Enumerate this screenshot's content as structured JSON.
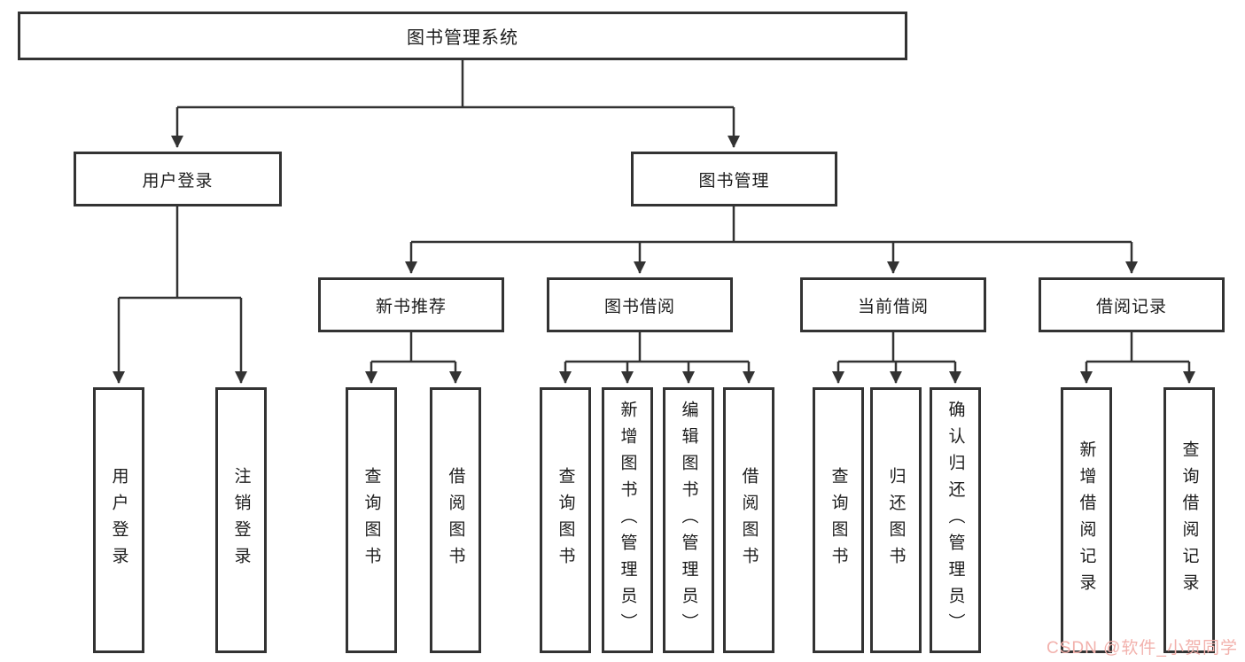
{
  "diagram_title": "图书管理系统",
  "colors": {
    "line": "#333333",
    "box_border": "#333333",
    "text": "#1c1c1c",
    "watermark": "#f2b1ac",
    "background": "#ffffff"
  },
  "watermark": {
    "text": "CSDN @软件_小贺同学"
  },
  "tree": {
    "root": {
      "label": "图书管理系统"
    },
    "branches": [
      {
        "label": "用户登录",
        "children": [
          {
            "label": "用户登录"
          },
          {
            "label": "注销登录"
          }
        ]
      },
      {
        "label": "图书管理",
        "children": [
          {
            "label": "新书推荐",
            "children": [
              {
                "label": "查询图书"
              },
              {
                "label": "借阅图书"
              }
            ]
          },
          {
            "label": "图书借阅",
            "children": [
              {
                "label": "查询图书"
              },
              {
                "label": "新增图书（管理员）"
              },
              {
                "label": "编辑图书（管理员）"
              },
              {
                "label": "借阅图书"
              }
            ]
          },
          {
            "label": "当前借阅",
            "children": [
              {
                "label": "查询图书"
              },
              {
                "label": "归还图书"
              },
              {
                "label": "确认归还（管理员）"
              }
            ]
          },
          {
            "label": "借阅记录",
            "children": [
              {
                "label": "新增借阅记录"
              },
              {
                "label": "查询借阅记录"
              }
            ]
          }
        ]
      }
    ]
  }
}
